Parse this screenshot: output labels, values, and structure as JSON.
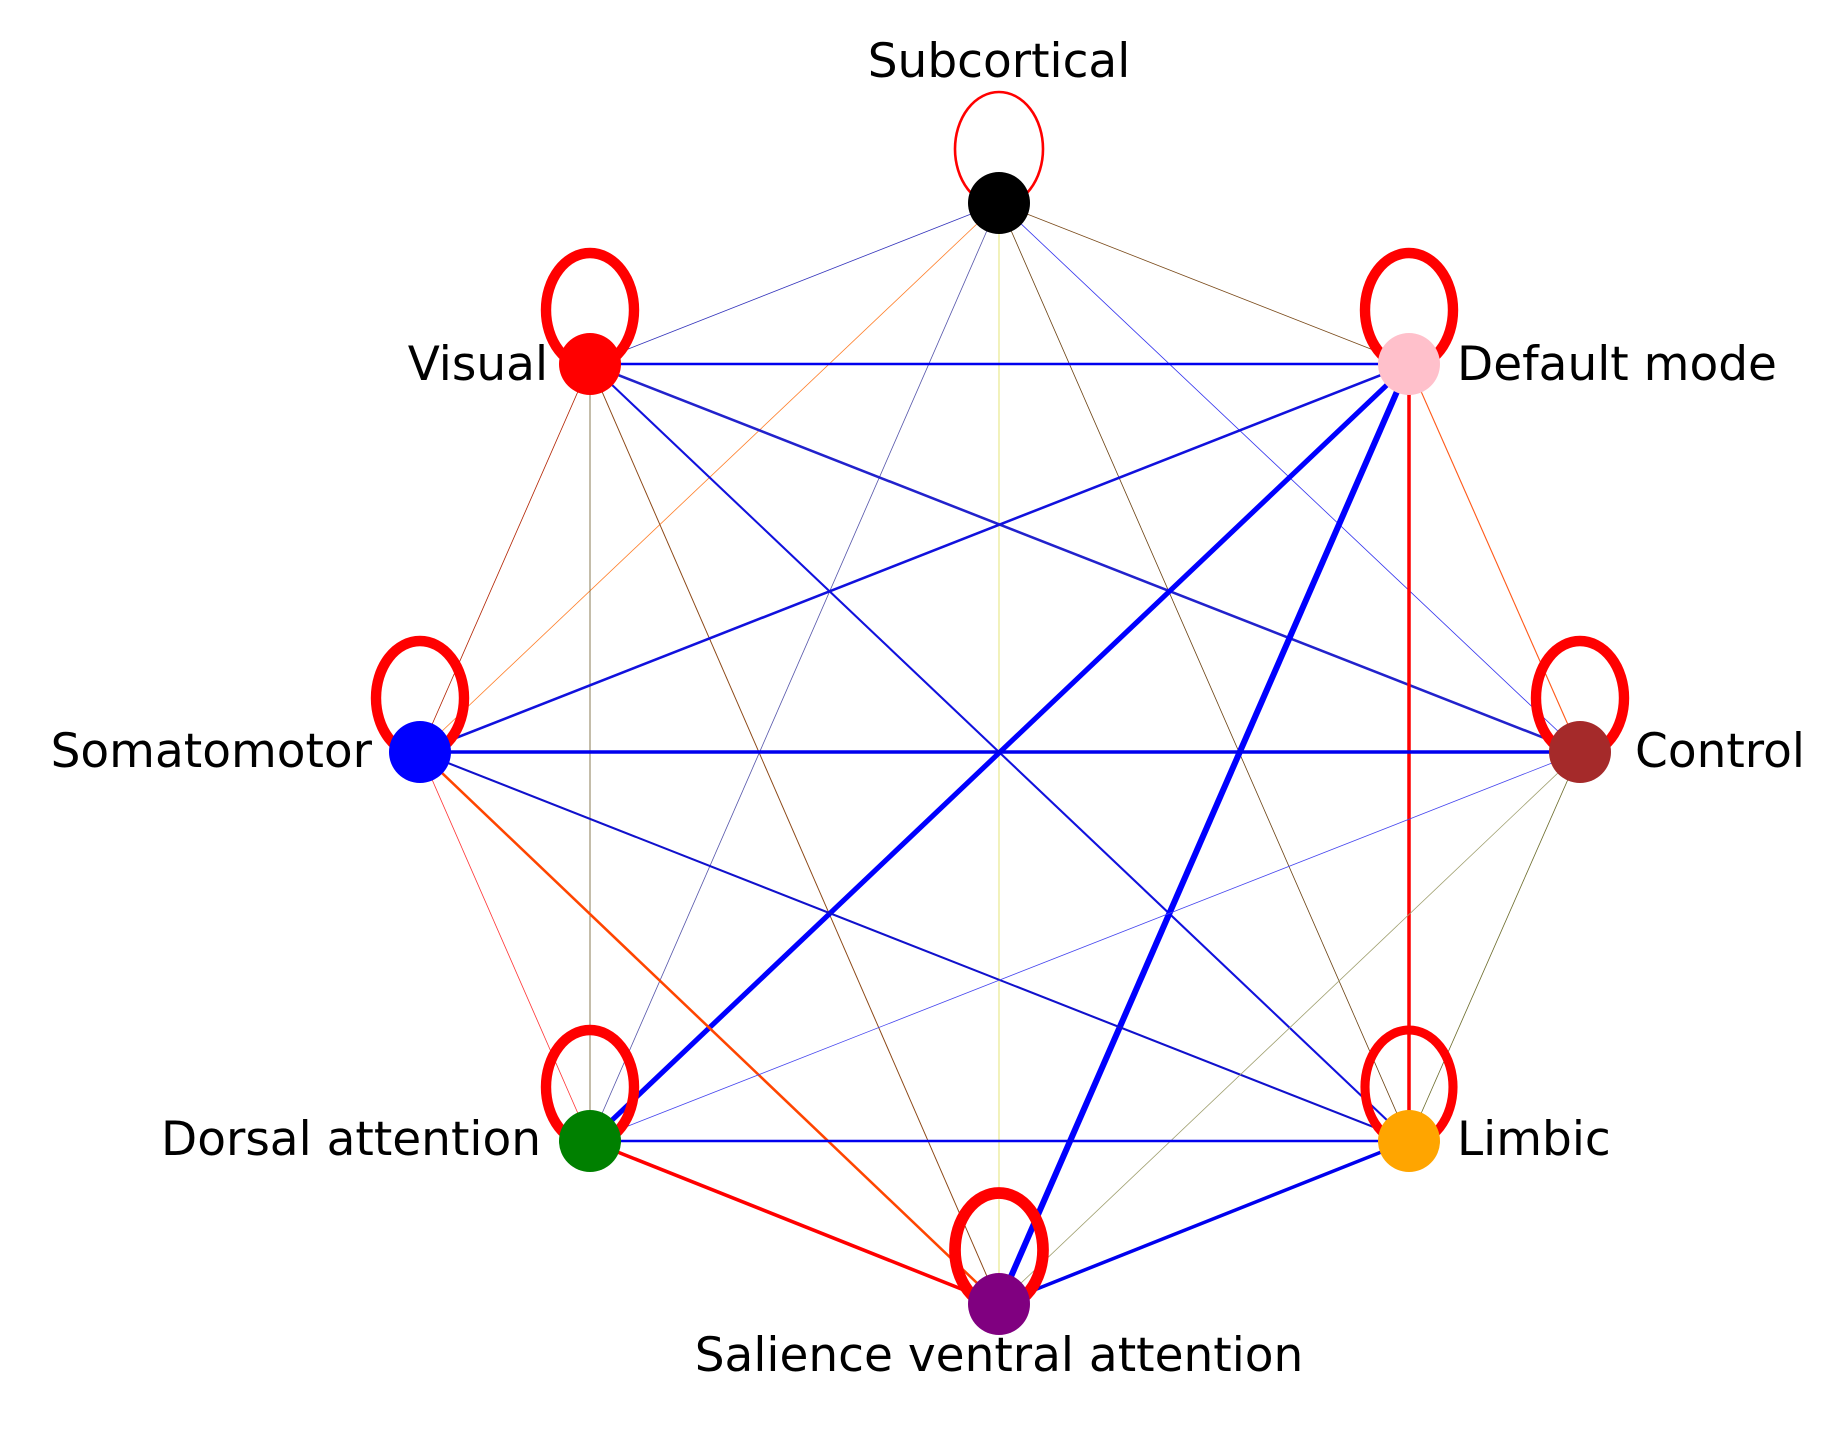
{
  "diagram": {
    "type": "network-graph",
    "nodes": [
      {
        "id": "subcortical",
        "label": "Subcortical",
        "color": "#000000"
      },
      {
        "id": "default_mode",
        "label": "Default mode",
        "color": "#FFC0CB"
      },
      {
        "id": "control",
        "label": "Control",
        "color": "#A52A2A"
      },
      {
        "id": "limbic",
        "label": "Limbic",
        "color": "#FFA500"
      },
      {
        "id": "salience",
        "label": "Salience ventral attention",
        "color": "#800080"
      },
      {
        "id": "dorsal",
        "label": "Dorsal attention",
        "color": "#008000"
      },
      {
        "id": "somatomotor",
        "label": "Somatomotor",
        "color": "#0000FF"
      },
      {
        "id": "visual",
        "label": "Visual",
        "color": "#FF0000"
      }
    ],
    "self_loops": [
      {
        "node": "subcortical",
        "color": "#FF0000",
        "weight": 1
      },
      {
        "node": "visual",
        "color": "#FF0000",
        "weight": 4
      },
      {
        "node": "default_mode",
        "color": "#FF0000",
        "weight": 4
      },
      {
        "node": "somatomotor",
        "color": "#FF0000",
        "weight": 4
      },
      {
        "node": "control",
        "color": "#FF0000",
        "weight": 4
      },
      {
        "node": "dorsal",
        "color": "#FF0000",
        "weight": 4
      },
      {
        "node": "limbic",
        "color": "#FF0000",
        "weight": 3.5
      },
      {
        "node": "salience",
        "color": "#FF0000",
        "weight": 4.5
      }
    ],
    "edges": [
      {
        "source": "subcortical",
        "target": "visual",
        "color": "#3333BB",
        "weight": 0.4
      },
      {
        "source": "subcortical",
        "target": "default_mode",
        "color": "#7A4A1A",
        "weight": 0.5
      },
      {
        "source": "subcortical",
        "target": "somatomotor",
        "color": "#FF7F2A",
        "weight": 0.4
      },
      {
        "source": "subcortical",
        "target": "control",
        "color": "#3333EE",
        "weight": 0.3
      },
      {
        "source": "subcortical",
        "target": "dorsal",
        "color": "#5555AA",
        "weight": 0.3
      },
      {
        "source": "subcortical",
        "target": "limbic",
        "color": "#6B4010",
        "weight": 0.5
      },
      {
        "source": "subcortical",
        "target": "salience",
        "color": "#DDDD55",
        "weight": 0.3
      },
      {
        "source": "visual",
        "target": "default_mode",
        "color": "#0000EE",
        "weight": 1.6
      },
      {
        "source": "visual",
        "target": "somatomotor",
        "color": "#B22200",
        "weight": 0.5
      },
      {
        "source": "visual",
        "target": "control",
        "color": "#2222CC",
        "weight": 1.6
      },
      {
        "source": "visual",
        "target": "dorsal",
        "color": "#6B5A2A",
        "weight": 0.5
      },
      {
        "source": "visual",
        "target": "limbic",
        "color": "#1111DD",
        "weight": 1.3
      },
      {
        "source": "visual",
        "target": "salience",
        "color": "#8B4513",
        "weight": 0.6
      },
      {
        "source": "default_mode",
        "target": "somatomotor",
        "color": "#1111DD",
        "weight": 1.6
      },
      {
        "source": "default_mode",
        "target": "control",
        "color": "#FF5A1A",
        "weight": 0.7
      },
      {
        "source": "default_mode",
        "target": "dorsal",
        "color": "#0000FF",
        "weight": 3.2
      },
      {
        "source": "default_mode",
        "target": "limbic",
        "color": "#FF0000",
        "weight": 2.2
      },
      {
        "source": "default_mode",
        "target": "salience",
        "color": "#0000FF",
        "weight": 3.8
      },
      {
        "source": "somatomotor",
        "target": "control",
        "color": "#0000EE",
        "weight": 2.2
      },
      {
        "source": "somatomotor",
        "target": "dorsal",
        "color": "#FF3333",
        "weight": 0.5
      },
      {
        "source": "somatomotor",
        "target": "limbic",
        "color": "#1111CC",
        "weight": 1.3
      },
      {
        "source": "somatomotor",
        "target": "salience",
        "color": "#FF4500",
        "weight": 1.6
      },
      {
        "source": "control",
        "target": "dorsal",
        "color": "#4444EE",
        "weight": 0.3
      },
      {
        "source": "control",
        "target": "limbic",
        "color": "#6B6B2A",
        "weight": 0.5
      },
      {
        "source": "control",
        "target": "salience",
        "color": "#A0A070",
        "weight": 0.5
      },
      {
        "source": "dorsal",
        "target": "limbic",
        "color": "#0000EE",
        "weight": 1.6
      },
      {
        "source": "dorsal",
        "target": "salience",
        "color": "#FF0000",
        "weight": 2.2
      },
      {
        "source": "limbic",
        "target": "salience",
        "color": "#0000EE",
        "weight": 2.2
      }
    ]
  }
}
